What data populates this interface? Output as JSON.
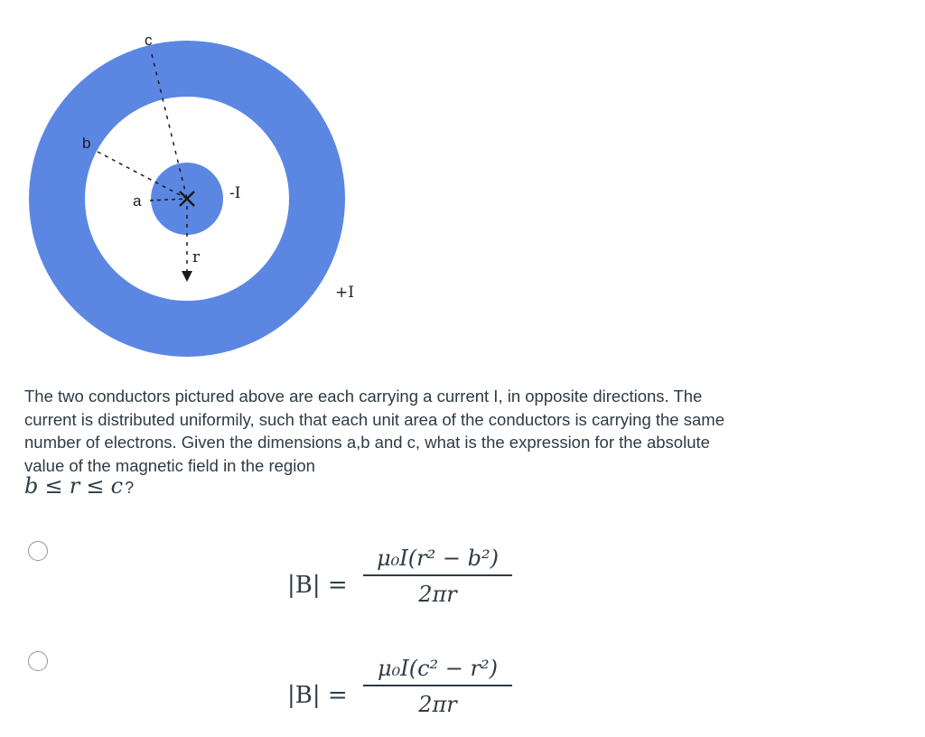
{
  "diagram": {
    "labels": {
      "c": "c",
      "b": "b",
      "a": "a",
      "r": "r",
      "inner_current": "-I",
      "outer_current": "+I"
    },
    "colors": {
      "conductor": "#5b87e3",
      "background": "#ffffff",
      "line": "#1a1a1a"
    }
  },
  "question": {
    "text": "The two conductors pictured above are each carrying a current I, in opposite directions. The current is distributed uniformily, such that each unit area of the conductors is carrying the same number of electrons. Given the dimensions a,b and c, what is the expression for the absolute value of the magnetic field in the region",
    "region_lhs": "b",
    "region_op1": "≤",
    "region_mid": "r",
    "region_op2": "≤",
    "region_rhs": "c",
    "qmark": "?"
  },
  "answers": [
    {
      "lhs": "|B| =",
      "numerator": "μ₀I(r² − b²)",
      "denominator": "2πr"
    },
    {
      "lhs": "|B| =",
      "numerator": "μ₀I(c² − r²)",
      "denominator": "2πr"
    }
  ]
}
